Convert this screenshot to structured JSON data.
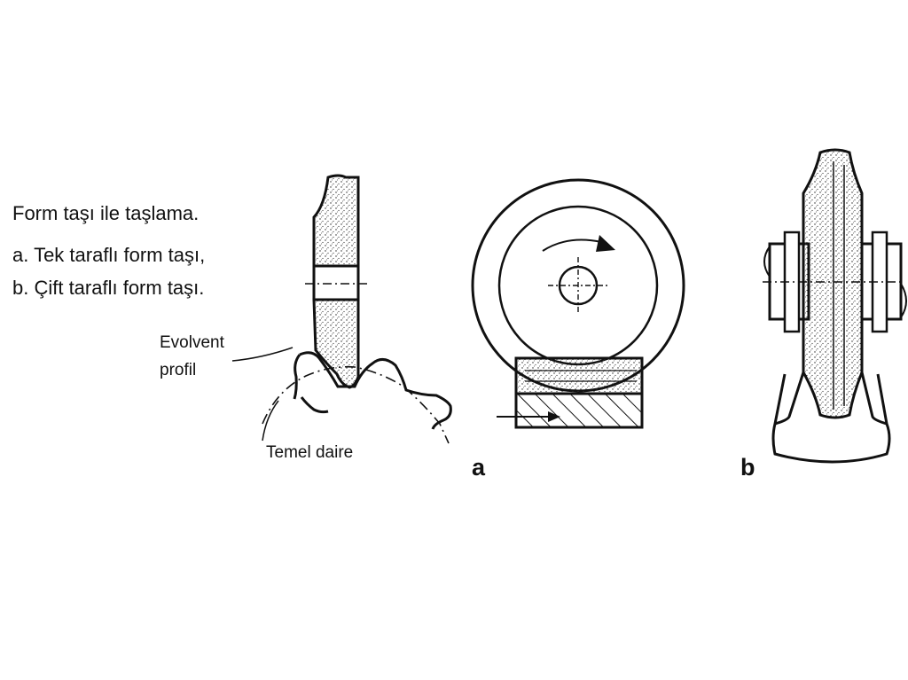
{
  "caption": {
    "title": "Form taşı ile taşlama.",
    "item_a": "a. Tek taraflı form taşı,",
    "item_b": "b. Çift taraflı form taşı."
  },
  "labels": {
    "evolvent_line1": "Evolvent",
    "evolvent_line2": "profil",
    "temel_daire": "Temel daire",
    "fig_a": "a",
    "fig_b": "b"
  },
  "colors": {
    "ink": "#111111",
    "paper": "#ffffff"
  }
}
